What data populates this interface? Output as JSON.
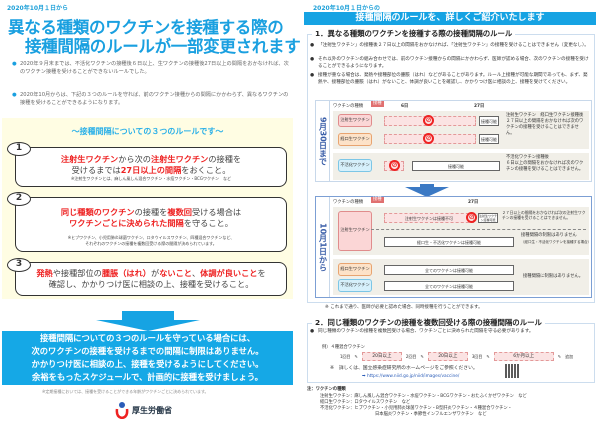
{
  "left": {
    "date": "2020年10月１日から",
    "title_lines": [
      "異なる種類のワクチンを接種する際の",
      "接種間隔のルールが一部変更されます"
    ],
    "bullets": [
      "2020年９月末までは、不活化ワクチンの接種後６日以上、生ワクチンの接種後27日以上の間隔をおかなければ、次のワクチン接種を受けることができないルールでした。",
      "2020年10月からは、下記の３つのルールを守れば、前のワクチン接種からの間隔にかかわらず、異なるワクチンの接種を受けることができるようになります。"
    ],
    "rules_heading": "～接種間隔についての３つのルールです～",
    "rules": [
      {
        "num": "1",
        "line1_red": "注射生ワクチン",
        "line1_mid": "から次の",
        "line1_red2": "注射生ワクチン",
        "line1_end": "の接種を",
        "line2_start": "受けるまでは",
        "line2_red": "27日以上の間隔",
        "line2_end": "をおくこと。",
        "note": "※注射生ワクチンとは、麻しん風しん混合ワクチン・水痘ワクチン・BCGワクチン　など"
      },
      {
        "num": "2",
        "line1_red": "同じ種類のワクチン",
        "line1_mid": "の接種を",
        "line1_red2": "複数回",
        "line1_end": "受ける場合は",
        "line2_red": "ワクチンごとに決められた間隔",
        "line2_end": "を守ること。",
        "note1": "※ヒブワクチン、小児用肺炎球菌ワクチン、ロタウイルスワクチン、四種混合ワクチンなど、",
        "note2": "それぞれのワクチンの接種を複数回受ける際の間隔が決められています。"
      },
      {
        "num": "3",
        "line1_red": "発熱",
        "line1_mid": "や接種部位の",
        "line1_red2": "腫脹（はれ）",
        "line1_mid2": "が",
        "line1_red3": "ないこと",
        "line1_mid3": "、",
        "line1_red4": "体調が良いこと",
        "line1_end": "を",
        "line2": "確認し、かかりつけ医に相談の上、接種を受けること。"
      }
    ],
    "summary_lines": [
      "接種間隔についての３つのルールを守っている場合には、",
      "次のワクチンの接種を受けるまでの間隔に制限はありません。",
      "かかりつけ医に相談の上、接種を受けるようにしてください。",
      "余裕をもったスケジュールで、計画的に接種を受けましょう。"
    ],
    "footnote": "※定期接種においては、接種を受けることができる年齢がワクチンごとに決められています。",
    "logo": "厚生労働省"
  },
  "right": {
    "date": "2020年10月１日からの",
    "banner": "接種間隔のルールを、詳しくご紹介いたします",
    "section1": {
      "title": "1．異なる種類のワクチンを接種する際の接種間隔のルール",
      "bullets": [
        "「注射生ワクチン」の接種後２７日以上の間隔をおかなければ、「注射生ワクチン」の接種を受けることはできません（変更なし）。",
        "それ以外のワクチンの組み合わせでは、前のワクチン接種からの間隔にかかわらず、医師が認める場合、次のワクチンの接種を受けることができるようになります。",
        "接種が重なる場合は、発熱や接種部位の腫脹（はれ）などがあることがあります。ルール上接種が可能な期間であっても、まず、発熱や、接種部位の腫脹（はれ）がないこと、体調が良いことを確認し、かかりつけ医に相談の上、接種を受けてください。"
      ],
      "before": {
        "side": "9月30日まで",
        "header": "ワクチンの種類",
        "tag": "接種",
        "day6": "6日",
        "day27": "27日",
        "rows": [
          {
            "vaccine": "注射生ワクチン",
            "result": "接種可能",
            "desc_title": "注射生ワクチン　経口生ワクチン接種後",
            "desc": "２７日以上の間隔をおかなければ次のワクチンの接種を受けることはできません。"
          },
          {
            "vaccine": "経口生ワクチン",
            "result": "接種可能"
          },
          {
            "vaccine": "不活化ワクチン",
            "result": "接種可能",
            "desc_title": "不活化ワクチン接種後",
            "desc": "６日以上の間隔をおかなければ次のワクチンの接種を受けることはできません。"
          }
        ]
      },
      "after": {
        "side": "10月1日から",
        "header": "ワクチンの種類",
        "tag": "接種",
        "day27": "27日",
        "rows": [
          {
            "vaccine": "注射生ワクチン",
            "bar1": "注射生ワクチンは接種不可",
            "result1": "注射生ワクチン接種可能",
            "desc1": "２７日以上の間隔をおかなければ次の注射生ワクチンの接種を受けることはできません。",
            "bar2": "経口生・不活化ワクチンは接種可能",
            "desc2": "接種間隔の制限はありません",
            "desc2b": "（経口生・不活化ワクチンを接種する場合）"
          },
          {
            "vaccine": "経口生ワクチン",
            "bar": "全てのワクチンは接種可能"
          },
          {
            "vaccine": "不活化ワクチン",
            "bar": "全てのワクチンは接種可能"
          }
        ],
        "desc3": "接種間隔に制限はありません。"
      },
      "note": "※ これまで通り、医師が必要と認めた場合、同時接種を行うことができます。"
    },
    "section2": {
      "title": "2．同じ種類のワクチンの接種を複数回受ける際の接種間隔のルール",
      "bullet": "同じ種類のワクチンの接種を複数回受ける場合、ワクチンごとに決められた間隔を守る必要があります。",
      "example": "例）４種混合ワクチン",
      "steps": [
        "1回目",
        "2回目",
        "3回目",
        "追加"
      ],
      "intervals": [
        "20日以上",
        "20日以上",
        "6か月以上"
      ],
      "more": "※　詳しくは、国立感染症研究所のホームページをご参照ください。",
      "url": "➡ https://www.niid.go.jp/niid/images/vaccine/"
    },
    "types": {
      "heading": "注：ワクチンの種類",
      "lines": [
        "注射生ワクチン：麻しん風しん混合ワクチン・水痘ワクチン・BCGワクチン・おたふくかぜワクチン　など",
        "経口生ワクチン：ロタウイルスワクチン　など",
        "不活化ワクチン：ヒブワクチン・小児用肺炎球菌ワクチン・B型肝炎ワクチン・４種混合ワクチン・",
        "日本脳炎ワクチン・季節性インフルエンザワクチン　など"
      ]
    }
  },
  "colors": {
    "accent": "#1aa0e0",
    "red": "#ee2222",
    "yellow": "#fffde3",
    "navy": "#3b79c4"
  }
}
